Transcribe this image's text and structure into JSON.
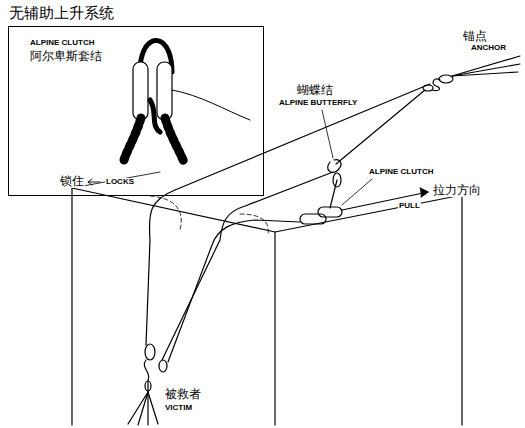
{
  "diagram": {
    "title": "无辅助上升系统",
    "nodes": [
      {
        "text": [
          "ALPINE CLUTCH",
          "阿尔卑斯套结",
          "锁住",
          "LOCKS"
        ]
      }
    ],
    "labels": [
      "锚点",
      "ANCHOR",
      "蝴蝶结",
      "ALPINE BUTTERFLY",
      "ALPINE CLUTCH",
      "PULL",
      "拉力方向",
      "被救者",
      "VICTIM"
    ]
  }
}
